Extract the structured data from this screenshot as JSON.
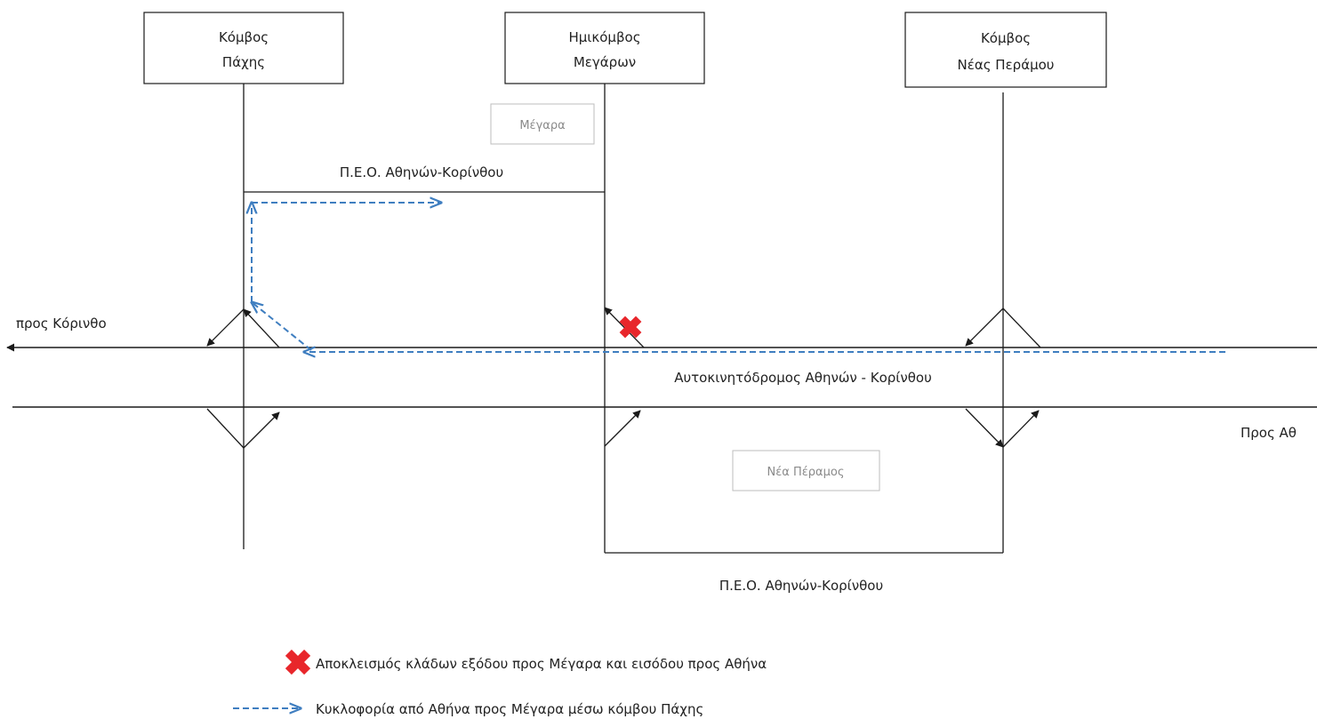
{
  "nodes": {
    "pachi": {
      "line1": "Κόμβος",
      "line2": "Πάχης"
    },
    "megaron": {
      "line1": "Ημικόμβος",
      "line2": "Μεγάρων"
    },
    "nea_peramos": {
      "line1": "Κόμβος",
      "line2": "Νέας Περάμου"
    }
  },
  "towns": {
    "megara": "Μέγαρα",
    "nea_peramos": "Νέα Πέραμος"
  },
  "roads": {
    "peo_upper": "Π.Ε.Ο. Αθηνών-Κορίνθου",
    "peo_lower": "Π.Ε.Ο. Αθηνών-Κορίνθου",
    "motorway": "Αυτοκινητόδρομος Αθηνών - Κορίνθου"
  },
  "directions": {
    "to_korinthos": "προς Κόρινθο",
    "to_athina": "Προς Αθ"
  },
  "legend": {
    "closure": "Αποκλεισμός κλάδων εξόδου προς Μέγαρα και εισόδου προς Αθήνα",
    "detour": "Κυκλοφορία από Αθήνα προς Μέγαρα μέσω κόμβου Πάχης"
  },
  "colors": {
    "detour": "#3f7ec0",
    "closure": "#e8262b",
    "line": "#1a1a1a",
    "town_box": "#bdbdbd"
  }
}
